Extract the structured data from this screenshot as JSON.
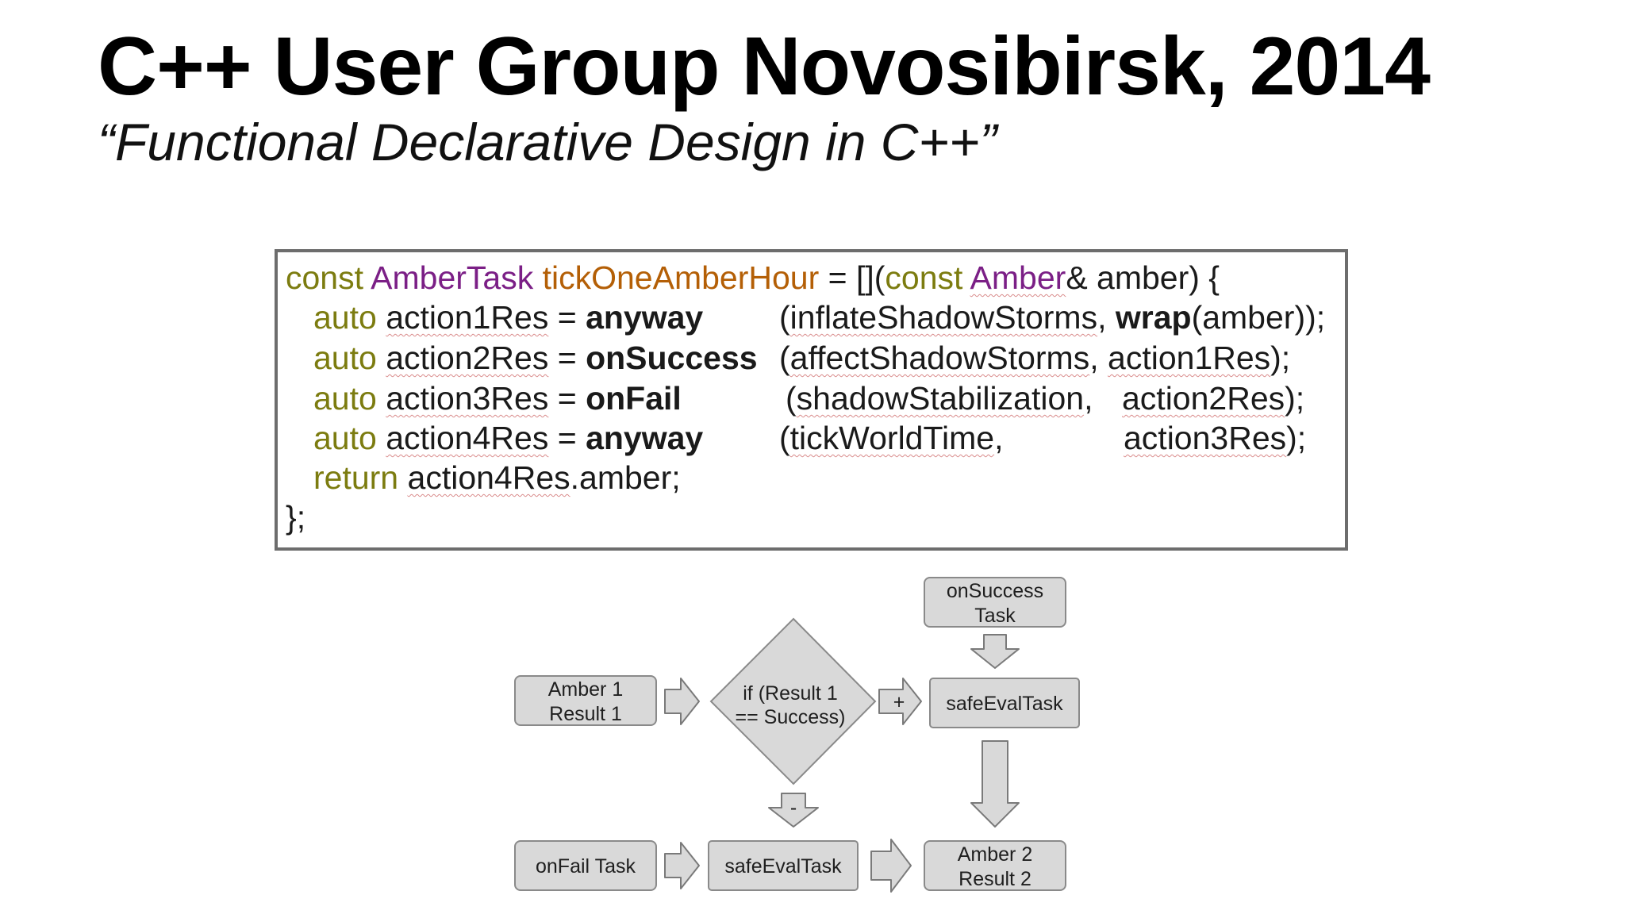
{
  "slide": {
    "title": "C++ User Group Novosibirsk, 2014",
    "subtitle": "“Functional Declarative Design in C++”"
  },
  "code": {
    "line1": {
      "kw_const": "const",
      "type": "AmberTask",
      "fn_name": "tickOneAmberHour",
      "eq": " = [](",
      "kw_const2": "const",
      "type2": "Amber",
      "rest": "& amber) {"
    },
    "line2": {
      "kw": "auto",
      "var": "action1Res",
      "eq": " = ",
      "combinator": "anyway",
      "open": "(",
      "arg1": "inflateShadowStorms",
      "sep": ", ",
      "bold_fn": "wrap",
      "tail": "(amber));"
    },
    "line3": {
      "kw": "auto",
      "var": "action2Res",
      "eq": " = ",
      "combinator": "onSuccess",
      "open": "(",
      "arg1": "affectShadowStorms",
      "sep": ", ",
      "arg2": "action1Res",
      "tail": ");"
    },
    "line4": {
      "kw": "auto",
      "var": "action3Res",
      "eq": " = ",
      "combinator": "onFail",
      "open": "(",
      "arg1": "shadowStabilization",
      "sep": ",",
      "arg2": "action2Res",
      "tail": ");"
    },
    "line5": {
      "kw": "auto",
      "var": "action4Res",
      "eq": " = ",
      "combinator": "anyway",
      "open": "(",
      "arg1": "tickWorldTime",
      "sep": ",",
      "arg2": "action3Res",
      "tail": ");"
    },
    "line6": {
      "kw": "return",
      "var": "action4Res",
      "tail": ".amber;"
    },
    "line7": "};"
  },
  "diagram": {
    "amber_result_1": [
      "Amber 1",
      "Result 1"
    ],
    "condition": [
      "if (Result 1",
      "== Success)"
    ],
    "plus_label": "+",
    "minus_label": "-",
    "on_success_task": [
      "onSuccess",
      "Task"
    ],
    "safe_eval_top": "safeEvalTask",
    "on_fail_task": "onFail Task",
    "safe_eval_bottom": "safeEvalTask",
    "amber_result_2": [
      "Amber 2",
      "Result 2"
    ]
  },
  "colors": {
    "keyword_olive": "#7c7c10",
    "type_purple": "#7b1f86",
    "function_orange": "#b45f06",
    "node_fill": "#d9d9d9",
    "node_stroke": "#8a8a8a"
  }
}
